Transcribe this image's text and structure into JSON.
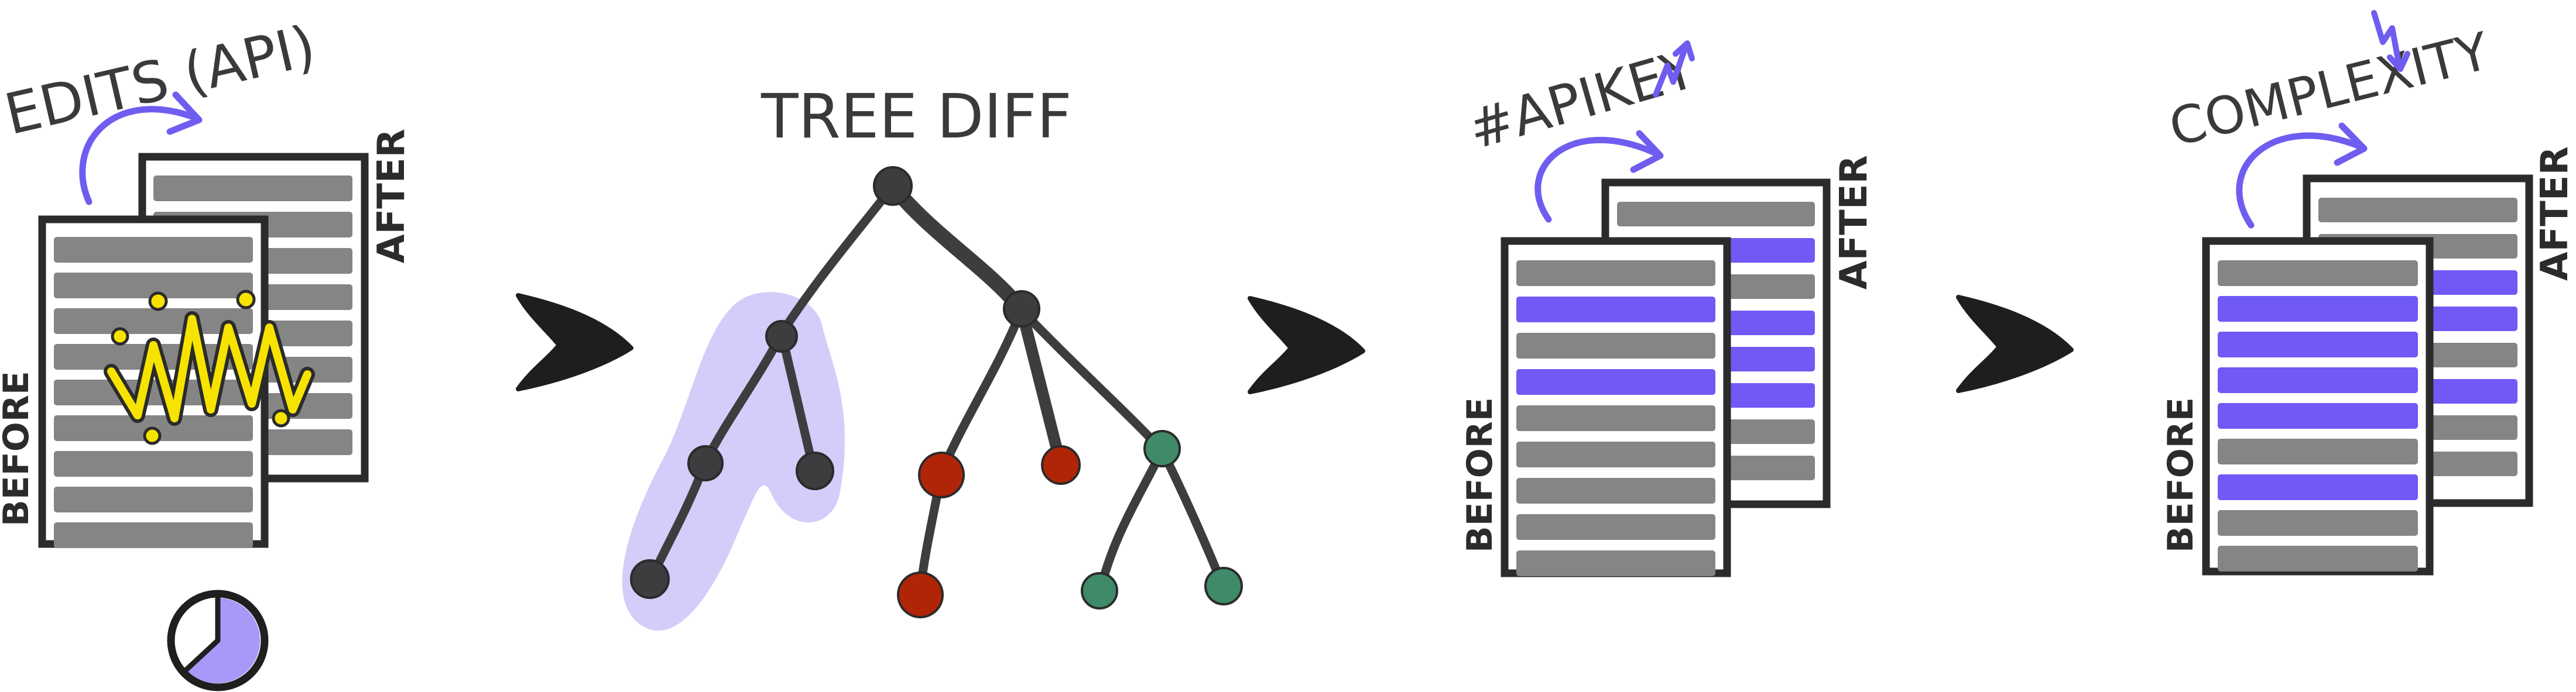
{
  "colors": {
    "ink": "#2b2b2b",
    "line_gray": "#858585",
    "highlight_purple": "#7059f5",
    "arrow_purple": "#6f5df0",
    "blob_lavender": "#cfc8fa",
    "edit_yellow": "#f7e300",
    "node_dark": "#3d3d3f",
    "node_red": "#b02408",
    "node_green": "#3f8a68",
    "clock_fill": "#a898f8"
  },
  "step_edits": {
    "title": "EDITS (API)",
    "after_label": "AFTER",
    "before_label": "BEFORE",
    "icons": [
      "curved-arrow-icon",
      "scribble-edit-icon",
      "clock-icon"
    ]
  },
  "step_tree": {
    "title": "TREE DIFF"
  },
  "step_apikey": {
    "title": "#APIKEY",
    "after_label": "AFTER",
    "before_label": "BEFORE",
    "icons": [
      "curved-arrow-icon",
      "squiggle-up-icon"
    ]
  },
  "step_complexity": {
    "title": "COMPLEXITY",
    "after_label": "AFTER",
    "before_label": "BEFORE",
    "icons": [
      "curved-arrow-icon",
      "squiggle-down-icon"
    ]
  },
  "flow_arrows": [
    "arrow-right-icon",
    "arrow-right-icon",
    "arrow-right-icon"
  ]
}
